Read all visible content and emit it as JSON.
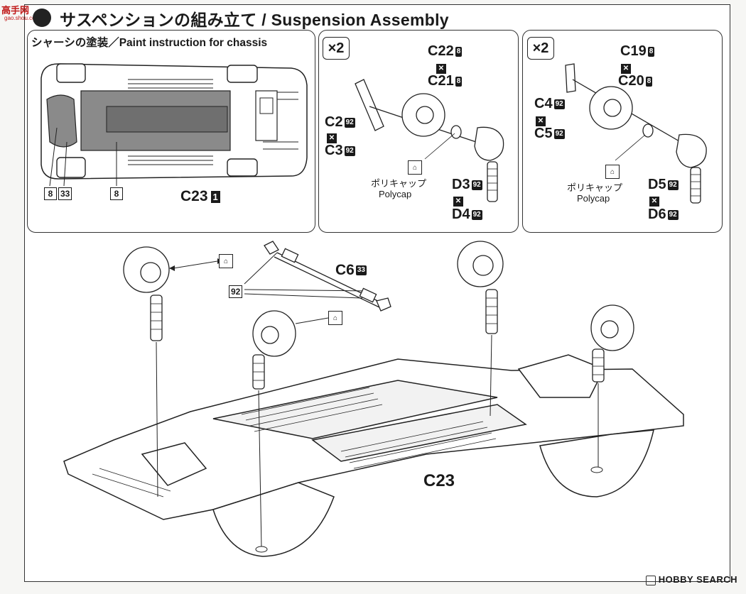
{
  "watermark": {
    "site_logo": "高手网",
    "site_url": "gao.shou.com",
    "brand": "HOBBY SEARCH"
  },
  "header": {
    "title": "サスペンションの組み立て / Suspension Assembly"
  },
  "paint_panel": {
    "heading": "シャーシの塗装／Paint instruction for chassis",
    "color_codes": [
      "8",
      "33",
      "8"
    ],
    "part": "C23",
    "part_code": "1"
  },
  "front_panel": {
    "quantity": "×2",
    "labels": [
      {
        "part": "C22",
        "code": "8"
      },
      {
        "part": "C21",
        "code": "8"
      },
      {
        "part": "C2",
        "code": "92"
      },
      {
        "part": "C3",
        "code": "92"
      },
      {
        "part": "D3",
        "code": "92"
      },
      {
        "part": "D4",
        "code": "92"
      }
    ],
    "polycap_ja": "ポリキャップ",
    "polycap_en": "Polycap"
  },
  "rear_panel": {
    "quantity": "×2",
    "labels": [
      {
        "part": "C19",
        "code": "8"
      },
      {
        "part": "C20",
        "code": "8"
      },
      {
        "part": "C4",
        "code": "92"
      },
      {
        "part": "C5",
        "code": "92"
      },
      {
        "part": "D5",
        "code": "92"
      },
      {
        "part": "D6",
        "code": "92"
      }
    ],
    "polycap_ja": "ポリキャップ",
    "polycap_en": "Polycap"
  },
  "main_assembly": {
    "rod_part": "C6",
    "rod_code": "33",
    "tip_code": "92",
    "chassis_part": "C23"
  },
  "colors": {
    "ink": "#1a1a1a",
    "panel_border": "#333333",
    "paint_grey": "#8a8a8a",
    "logo_red": "#c01919"
  },
  "icons": [
    "glue-icon",
    "x-mark-icon",
    "logo-icon"
  ]
}
